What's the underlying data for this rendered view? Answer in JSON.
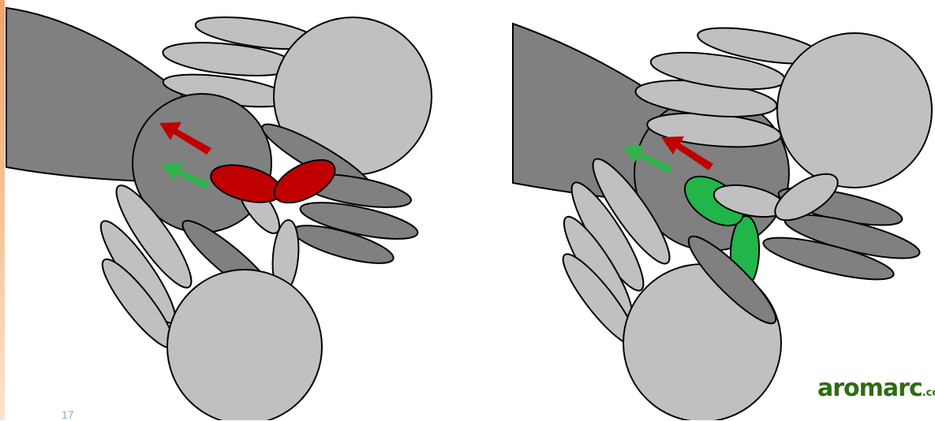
{
  "colors": {
    "dark_gray": "#808080",
    "light_gray": "#c0c0c0",
    "red_arrow": "#c00000",
    "green_arrow": "#2fb34a",
    "red_highlight": "#c00000",
    "green_highlight": "#22b54a",
    "outline": "#000000"
  },
  "left_panel": {
    "arrows": [
      "red-arrow",
      "green-arrow"
    ],
    "highlight": "red-overlapping-ellipses"
  },
  "right_panel": {
    "arrows": [
      "green-arrow",
      "red-arrow"
    ],
    "highlight": "green-ellipse-pair"
  },
  "footer": {
    "slide_number": "17",
    "logo_main": "aromarc",
    "logo_suffix": ".com"
  }
}
